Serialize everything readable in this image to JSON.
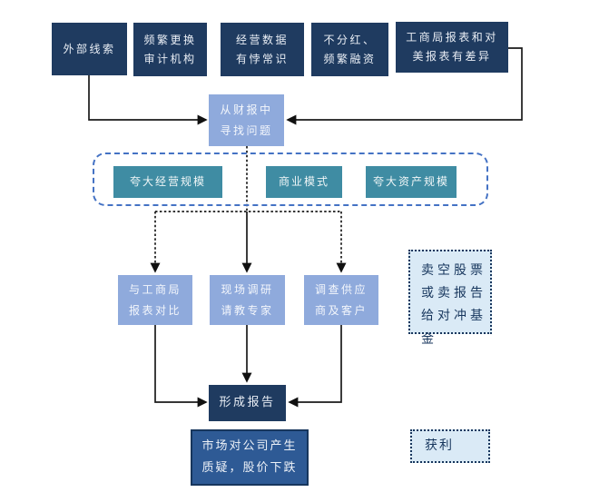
{
  "colors": {
    "navy": "#1f3b60",
    "periwinkle": "#8faadc",
    "teal": "#3f8ca3",
    "market_fill": "#2e5a95",
    "pale_blue": "#daeaf6",
    "dashed_border": "#4472c4",
    "line": "#1a1a1a"
  },
  "clues": [
    {
      "label": "外部线索"
    },
    {
      "label": "频繁更换\n审计机构"
    },
    {
      "label": "经营数据\n有悖常识"
    },
    {
      "label": "不分红、\n频繁融资"
    },
    {
      "label": "工商局报表和对\n美报表有差异"
    }
  ],
  "find_problems": {
    "label": "从财报中\n寻找问题"
  },
  "categories": [
    {
      "label": "夸大经营规模"
    },
    {
      "label": "商业模式"
    },
    {
      "label": "夸大资产规模"
    }
  ],
  "methods": [
    {
      "label": "与工商局\n报表对比"
    },
    {
      "label": "现场调研\n请教专家"
    },
    {
      "label": "调查供应\n商及客户"
    }
  ],
  "sell_note": {
    "label": "卖空股票\n或卖报告\n给对冲基\n金"
  },
  "report": {
    "label": "形成报告"
  },
  "market": {
    "label": "市场对公司产生\n质疑，股价下跌"
  },
  "profit": {
    "label": "获利"
  }
}
